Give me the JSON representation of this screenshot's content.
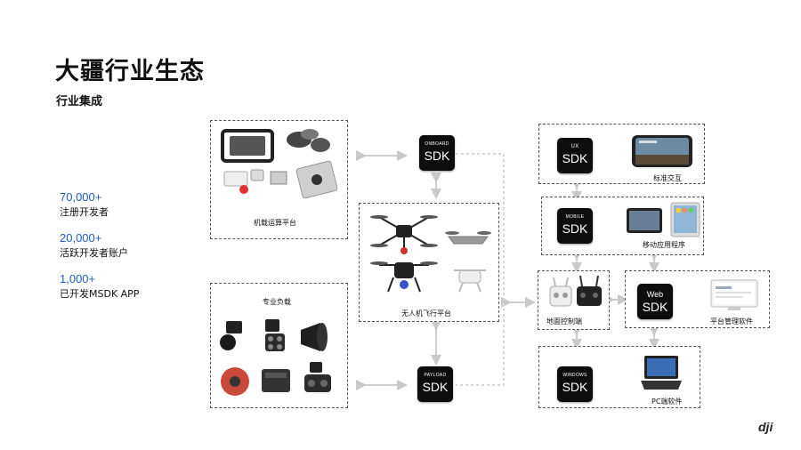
{
  "header": {
    "title": "大疆行业生态",
    "subtitle": "行业集成"
  },
  "stats": [
    {
      "value": "70,000+",
      "label": "注册开发者"
    },
    {
      "value": "20,000+",
      "label": "活跃开发者账户"
    },
    {
      "value": "1,000+",
      "label": "已开发MSDK APP"
    }
  ],
  "boxes": {
    "onboard_platform": "机载运算平台",
    "payload": "专业负载",
    "drone_platform": "无人机飞行平台",
    "ux": "标准交互",
    "mobile_app": "移动应用程序",
    "ground_control": "地面控制端",
    "platform_software": "平台管理软件",
    "pc_software": "PC端软件"
  },
  "sdks": {
    "onboard": {
      "top": "ONBOARD",
      "main": "SDK"
    },
    "payload": {
      "top": "PAYLOAD",
      "main": "SDK"
    },
    "ux": {
      "top": "UX",
      "main": "SDK"
    },
    "mobile": {
      "top": "MOBILE",
      "main": "SDK"
    },
    "web": {
      "top": "Web",
      "main": "SDK"
    },
    "windows": {
      "top": "WINDOWS",
      "main": "SDK"
    }
  },
  "logo": "dji"
}
